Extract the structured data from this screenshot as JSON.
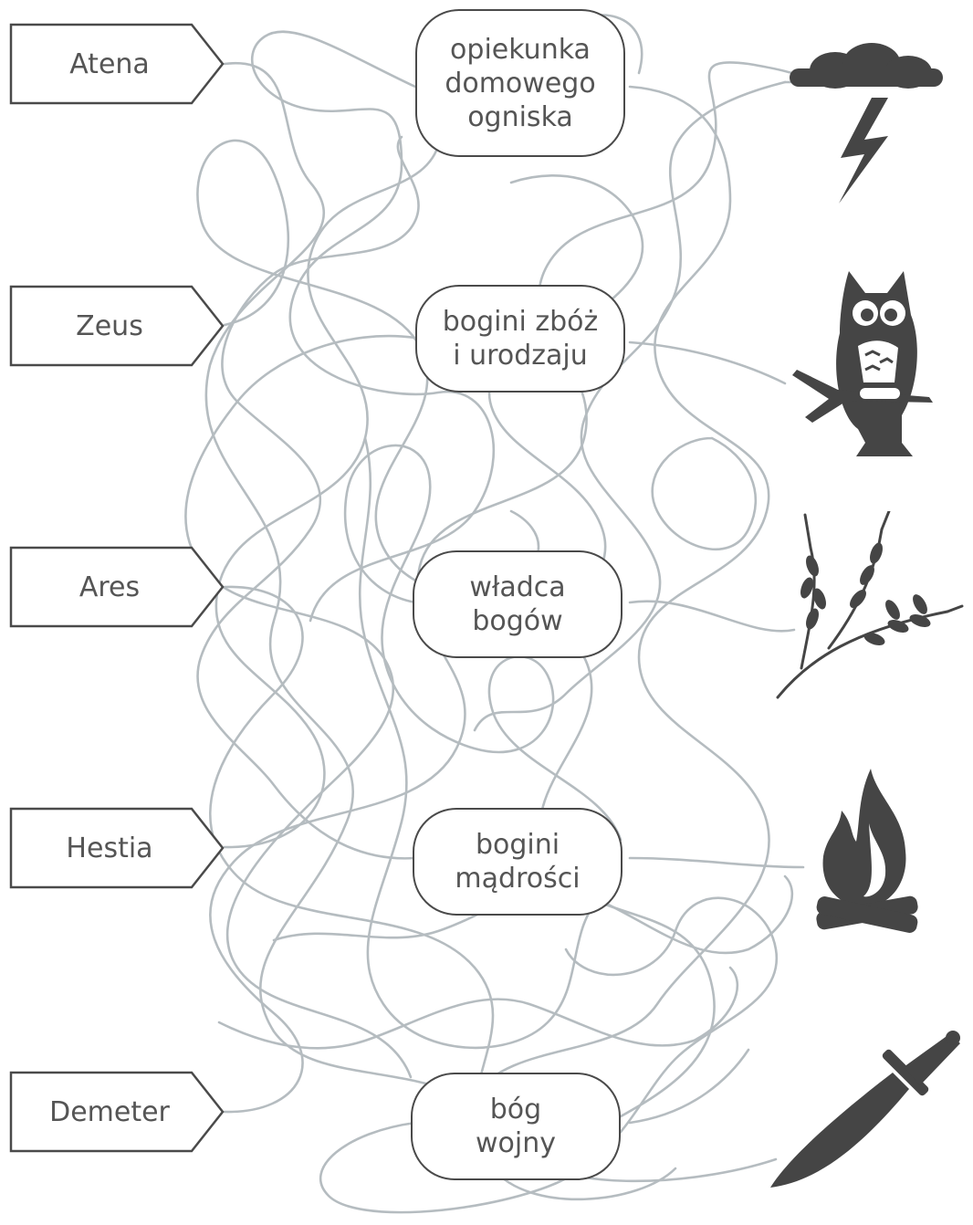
{
  "names": [
    "Atena",
    "Zeus",
    "Ares",
    "Hestia",
    "Demeter"
  ],
  "descriptions": [
    {
      "line1": "opiekunka",
      "line2": "domowego",
      "line3": "ogniska"
    },
    {
      "line1": "bogini zbóż",
      "line2": "i urodzaju"
    },
    {
      "line1": "władca",
      "line2": "bogów"
    },
    {
      "line1": "bogini",
      "line2": "mądrości"
    },
    {
      "line1": "bóg",
      "line2": "wojny"
    }
  ],
  "symbols": [
    "lightning-cloud-icon",
    "owl-icon",
    "wheat-icon",
    "campfire-icon",
    "sword-icon"
  ],
  "colors": {
    "text": "#555555",
    "outline": "#4a4a4a",
    "maze": "#b5bcc0",
    "icon": "#454545"
  }
}
